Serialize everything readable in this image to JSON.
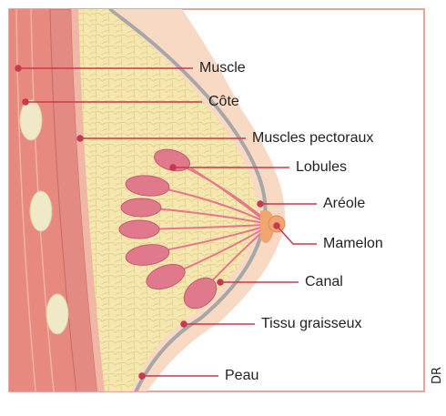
{
  "labels": {
    "muscle": "Muscle",
    "cote": "Côte",
    "muscles_pectoraux": "Muscles pectoraux",
    "lobules": "Lobules",
    "areole": "Aréole",
    "mamelon": "Mamelon",
    "canal": "Canal",
    "tissu_graisseux": "Tissu graisseux",
    "peau": "Peau"
  },
  "credit": "DR",
  "colors": {
    "skin": "#f8d9c4",
    "fat": "#f4e7b0",
    "muscle": "#e8897f",
    "rib": "#efe9c8",
    "lobule": "#e0798c",
    "pointer": "#c8384e",
    "nipple": "#f1a671",
    "border": "#e8a5a0"
  }
}
